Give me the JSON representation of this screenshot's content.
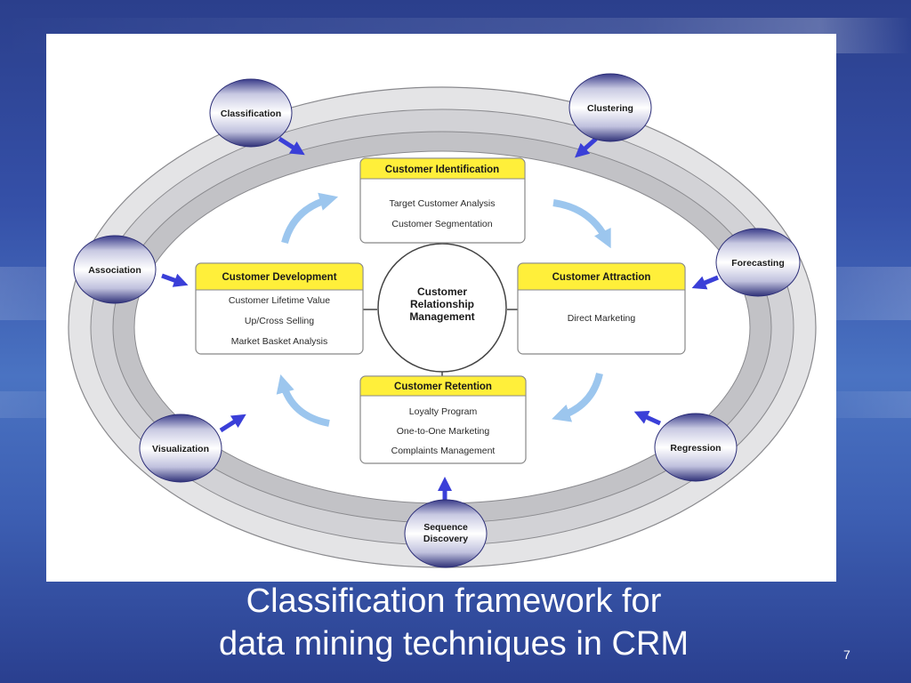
{
  "diagram": {
    "center": {
      "lines": [
        "Customer",
        "Relationship",
        "Management"
      ]
    },
    "boxes": [
      {
        "id": "identification",
        "title": "Customer Identification",
        "items": [
          "Target Customer Analysis",
          "Customer Segmentation"
        ]
      },
      {
        "id": "attraction",
        "title": "Customer Attraction",
        "items": [
          "Direct Marketing"
        ]
      },
      {
        "id": "retention",
        "title": "Customer Retention",
        "items": [
          "Loyalty Program",
          "One-to-One Marketing",
          "Complaints Management"
        ]
      },
      {
        "id": "development",
        "title": "Customer Development",
        "items": [
          "Customer Lifetime Value",
          "Up/Cross Selling",
          "Market Basket Analysis"
        ]
      }
    ],
    "techniques": [
      {
        "id": "classification",
        "lines": [
          "Classification"
        ]
      },
      {
        "id": "clustering",
        "lines": [
          "Clustering"
        ]
      },
      {
        "id": "forecasting",
        "lines": [
          "Forecasting"
        ]
      },
      {
        "id": "regression",
        "lines": [
          "Regression"
        ]
      },
      {
        "id": "sequence",
        "lines": [
          "Sequence",
          "Discovery"
        ]
      },
      {
        "id": "visualization",
        "lines": [
          "Visualization"
        ]
      },
      {
        "id": "association",
        "lines": [
          "Association"
        ]
      }
    ],
    "colors": {
      "box_title_fill": "#ffef3a",
      "ring_outer": "#dcdcde",
      "ring_band": "#c4c4c8",
      "technique_arrow": "#3a3fd8",
      "cycle_arrow": "#9cc6ee"
    }
  },
  "caption": {
    "line1": "Classification framework for",
    "line2": "data mining techniques in CRM"
  },
  "page_number": "7"
}
